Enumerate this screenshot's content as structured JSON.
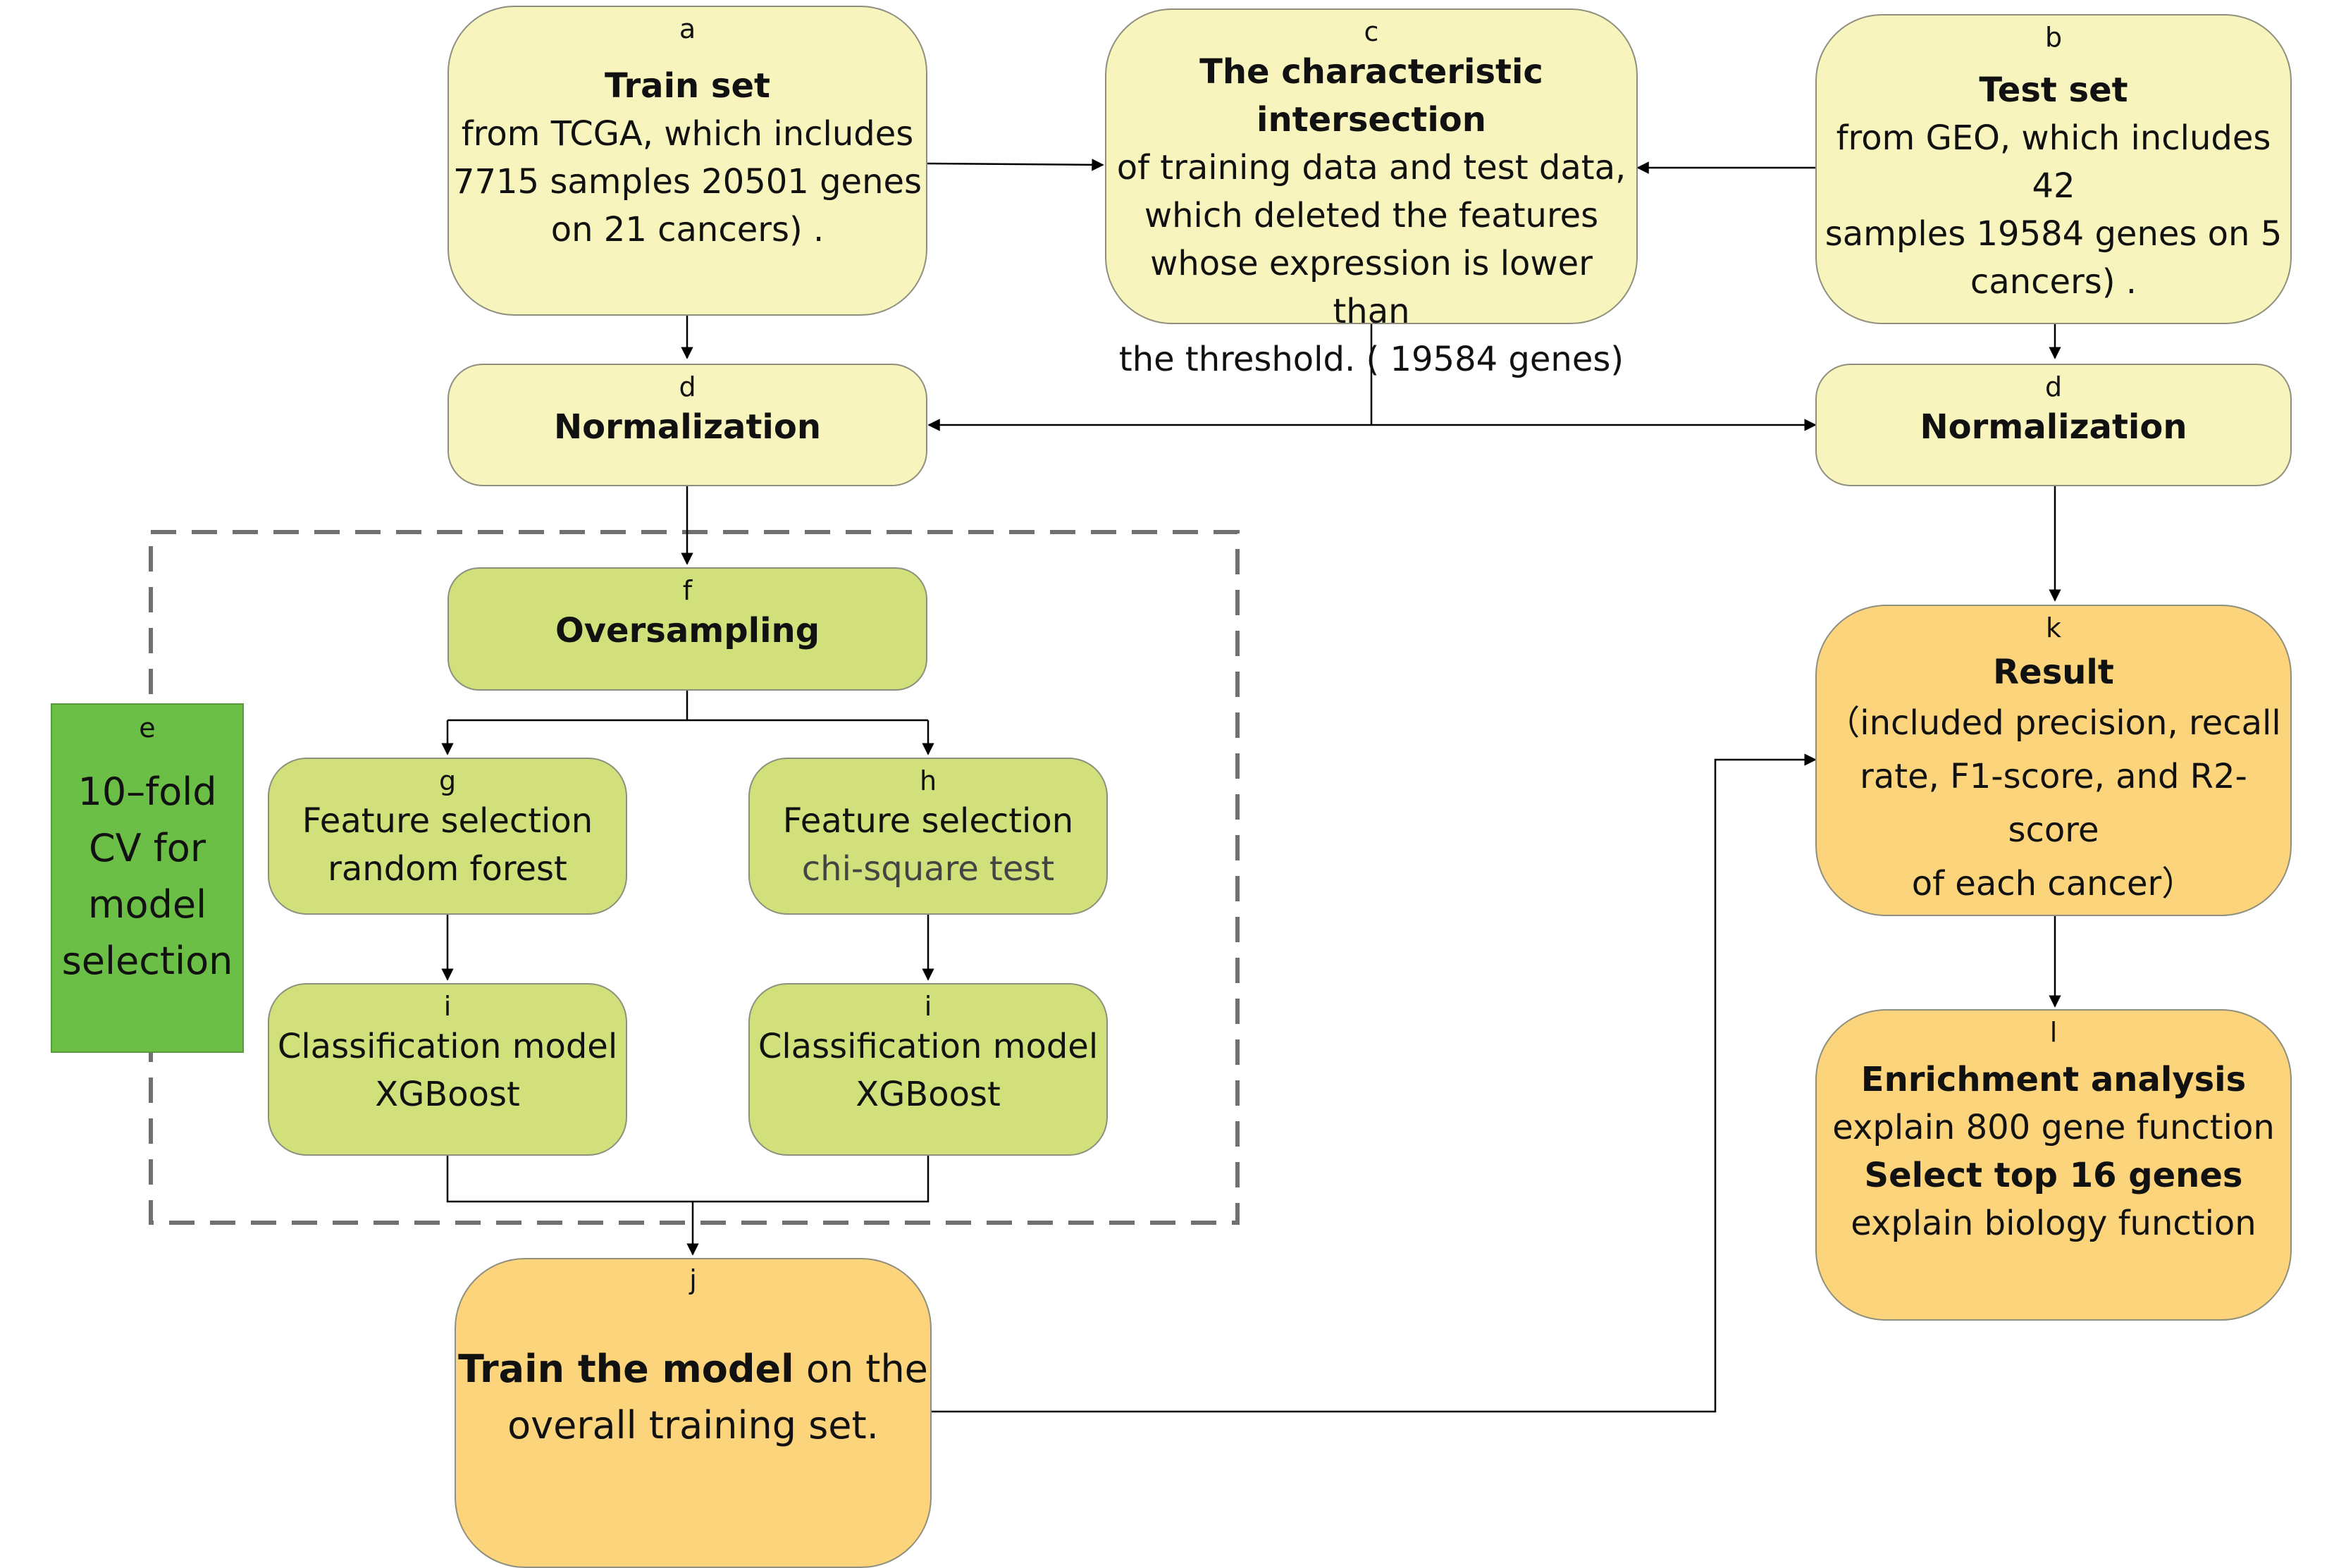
{
  "nodes": {
    "a": {
      "letter": "a",
      "title": "Train set",
      "body": [
        "from TCGA, which includes",
        "7715 samples 20501 genes",
        "on 21 cancers) ."
      ]
    },
    "b": {
      "letter": "b",
      "title": "Test set",
      "body": [
        "from GEO, which includes 42",
        "samples 19584 genes on 5",
        "cancers) ."
      ]
    },
    "c": {
      "letter": "c",
      "title": "The characteristic intersection",
      "body": [
        "of training data and test data,",
        "which deleted  the features",
        "whose  expression is lower than",
        "the threshold. ( 19584 genes)"
      ]
    },
    "d_left": {
      "letter": "d",
      "title": "Normalization"
    },
    "d_right": {
      "letter": "d",
      "title": "Normalization"
    },
    "e": {
      "letter": "e",
      "body": [
        "10–fold",
        "CV for",
        "model",
        "selection"
      ]
    },
    "f": {
      "letter": "f",
      "title": "Oversampling"
    },
    "g": {
      "letter": "g",
      "body": [
        "Feature selection",
        "random forest"
      ]
    },
    "h": {
      "letter": "h",
      "body": [
        "Feature selection",
        "chi-square test"
      ]
    },
    "i_left": {
      "letter": "i",
      "body": [
        "Classification model",
        "XGBoost"
      ]
    },
    "i_right": {
      "letter": "i",
      "body": [
        "Classification model",
        "XGBoost"
      ]
    },
    "j": {
      "letter": "j",
      "title": "Train the model",
      "title_rest": " on the",
      "body": [
        "overall training set."
      ]
    },
    "k": {
      "letter": "k",
      "title": "Result",
      "body": [
        "（included precision, recall",
        "rate, F1-score, and R2-score",
        "of each cancer）"
      ]
    },
    "l": {
      "letter": "l",
      "title": "Enrichment analysis",
      "body": [
        "explain 800 gene function"
      ],
      "title2": "Select top 16 genes",
      "body2": [
        "explain biology function"
      ]
    }
  },
  "colors": {
    "yellow_box": "#f8f4bd",
    "light_green_box": "#d1e07a",
    "orange_box": "#fbd47c",
    "dark_green_box": "#6bbf46",
    "dashed_frame": "#707070",
    "connector": "#000000"
  }
}
